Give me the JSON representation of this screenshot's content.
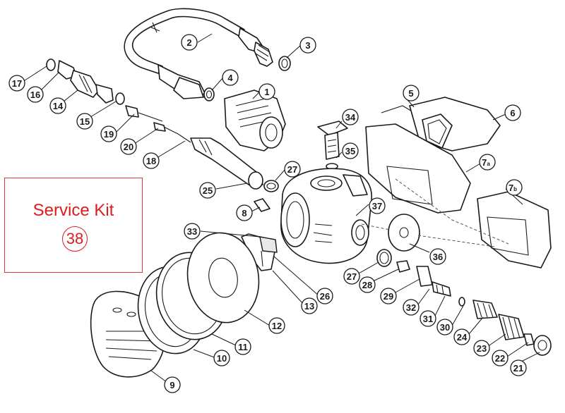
{
  "service_kit": {
    "title": "Service Kit",
    "number": "38",
    "color": "#e01b1b"
  },
  "callouts": [
    {
      "label": "1"
    },
    {
      "label": "2"
    },
    {
      "label": "3"
    },
    {
      "label": "4"
    },
    {
      "label": "5"
    },
    {
      "label": "6"
    },
    {
      "label": "7",
      "sub": "a"
    },
    {
      "label": "7",
      "sub": "b"
    },
    {
      "label": "8"
    },
    {
      "label": "9"
    },
    {
      "label": "10"
    },
    {
      "label": "11"
    },
    {
      "label": "12"
    },
    {
      "label": "13"
    },
    {
      "label": "14"
    },
    {
      "label": "15"
    },
    {
      "label": "16"
    },
    {
      "label": "17"
    },
    {
      "label": "18"
    },
    {
      "label": "19"
    },
    {
      "label": "20"
    },
    {
      "label": "21"
    },
    {
      "label": "22"
    },
    {
      "label": "23"
    },
    {
      "label": "24"
    },
    {
      "label": "25"
    },
    {
      "label": "26"
    },
    {
      "label": "27"
    },
    {
      "label": "27"
    },
    {
      "label": "28"
    },
    {
      "label": "29"
    },
    {
      "label": "30"
    },
    {
      "label": "31"
    },
    {
      "label": "32"
    },
    {
      "label": "33"
    },
    {
      "label": "34"
    },
    {
      "label": "35"
    },
    {
      "label": "36"
    },
    {
      "label": "37"
    }
  ]
}
